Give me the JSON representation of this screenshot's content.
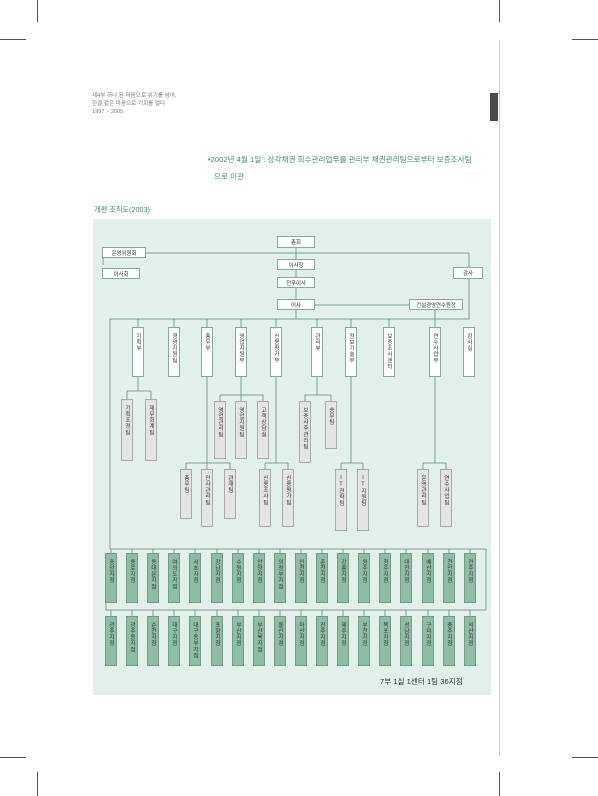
{
  "running_head": {
    "line1": "제4부 하나 된 마음으로 위기를 넘어,",
    "line2": "한결 같은 마음으로 기회를 열다",
    "line3": "1997 ~ 2005"
  },
  "bullet": {
    "line1": "•2002년 4월 1일 : 상각채권 회수관리업무를 관리부 채권관리팀으로부터 보증조사팀",
    "line2": "으로 이관"
  },
  "chart_caption": "개편 조직도(2003)",
  "org": {
    "top": {
      "president": "총회",
      "steering": "운영위원회",
      "board": "이사회",
      "chairman": "이사장",
      "auditor": "감사",
      "managing_director": "전무이사",
      "director": "이사",
      "research_center": "건설경영연수원장"
    },
    "departments": [
      "기획부",
      "경영지원팀",
      "총무부",
      "영업지원부",
      "신용평가부",
      "관리부",
      "정보기술부",
      "보증조사센터",
      "연수사업부",
      "감사실"
    ],
    "teams_level1": [
      "기획조정팀",
      "재무회계팀",
      "영업관리팀",
      "영업지원팀",
      "고객상담실",
      "보증사후관리팀",
      "송무팀"
    ],
    "teams_level2": [
      "총무팀",
      "인사관리팀",
      "관재팀",
      "신용조사팀",
      "신용평가팀",
      "IT전략팀",
      "IT지원팀",
      "운영관리팀",
      "연수사업팀"
    ],
    "branches_row1": [
      "중앙지점",
      "종로지점",
      "동대문지점",
      "여의도지점",
      "서초지점",
      "강남지점",
      "수원지점",
      "안양지점",
      "의정부지점",
      "인천지점",
      "춘천지점",
      "강릉지점",
      "원주지점",
      "청주지점",
      "대전지점",
      "예산지점",
      "천안지점",
      "전주지점"
    ],
    "branches_row2": [
      "광주지점",
      "광주동지점",
      "순천지점",
      "대구지점",
      "대구동부지점",
      "포항지점",
      "부산지점",
      "부산북지점",
      "울산지점",
      "마산지점",
      "진주지점",
      "제주지점",
      "부천지점",
      "목포지점",
      "성남지점",
      "구미지점",
      "충주지점",
      "익산지점"
    ]
  },
  "summary": "7부 1실 1센터 1팀 36지점"
}
